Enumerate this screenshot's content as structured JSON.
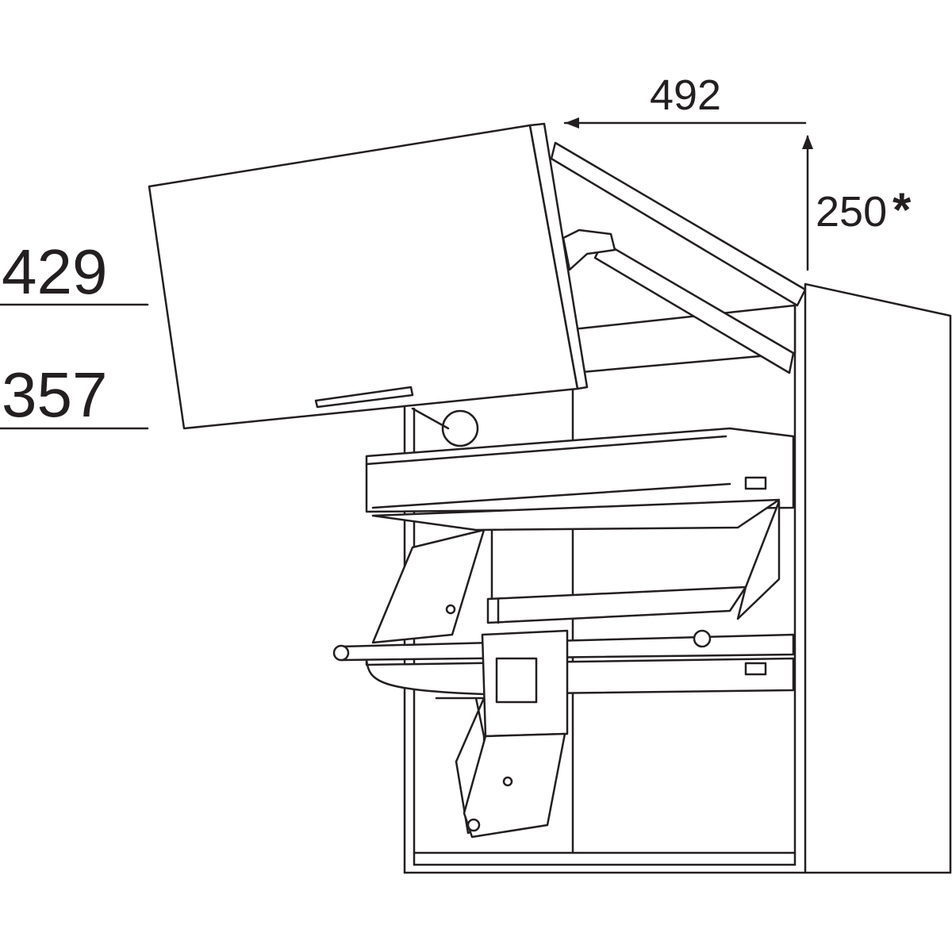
{
  "dimensions": {
    "depth": "492",
    "lift_height": "250",
    "lift_note_marker": "*",
    "upper_height": "429",
    "lower_height": "357"
  },
  "colors": {
    "line": "#231f20",
    "background": "#ffffff"
  }
}
